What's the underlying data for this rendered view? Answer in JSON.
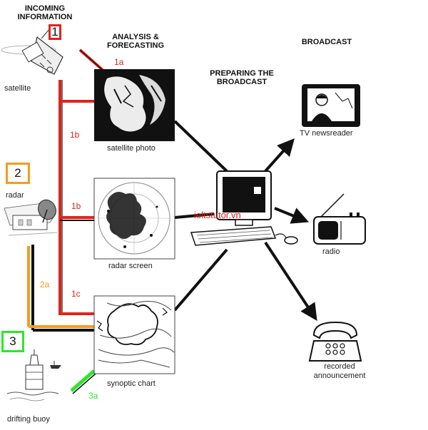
{
  "headers": {
    "incoming": [
      "INCOMING",
      "INFORMATION"
    ],
    "analysis": [
      "ANALYSIS &",
      "FORECASTING"
    ],
    "preparing": [
      "PREPARING THE",
      "BROADCAST"
    ],
    "broadcast": "BROADCAST"
  },
  "sources": {
    "satellite": {
      "number": "1",
      "label": "satellite"
    },
    "radar": {
      "number": "2",
      "label": "radar"
    },
    "buoy": {
      "number": "3",
      "label": "drifting buoy"
    }
  },
  "analysis_items": {
    "satellite_photo": "satellite photo",
    "radar_screen": "radar screen",
    "synoptic_chart": "synoptic chart"
  },
  "connection_labels": {
    "1a": "1a",
    "1b_top": "1b",
    "1b_mid": "1b",
    "1c": "1c",
    "2a": "2a",
    "3a": "3a"
  },
  "outputs": {
    "tv": "TV newsreader",
    "radio": "radio",
    "phone": [
      "recorded",
      "announcement"
    ]
  },
  "watermark": "ieltstutor.vn",
  "colors": {
    "red": "#e2231a",
    "orange": "#f39c1f",
    "green": "#2ee62e",
    "black": "#111111"
  }
}
